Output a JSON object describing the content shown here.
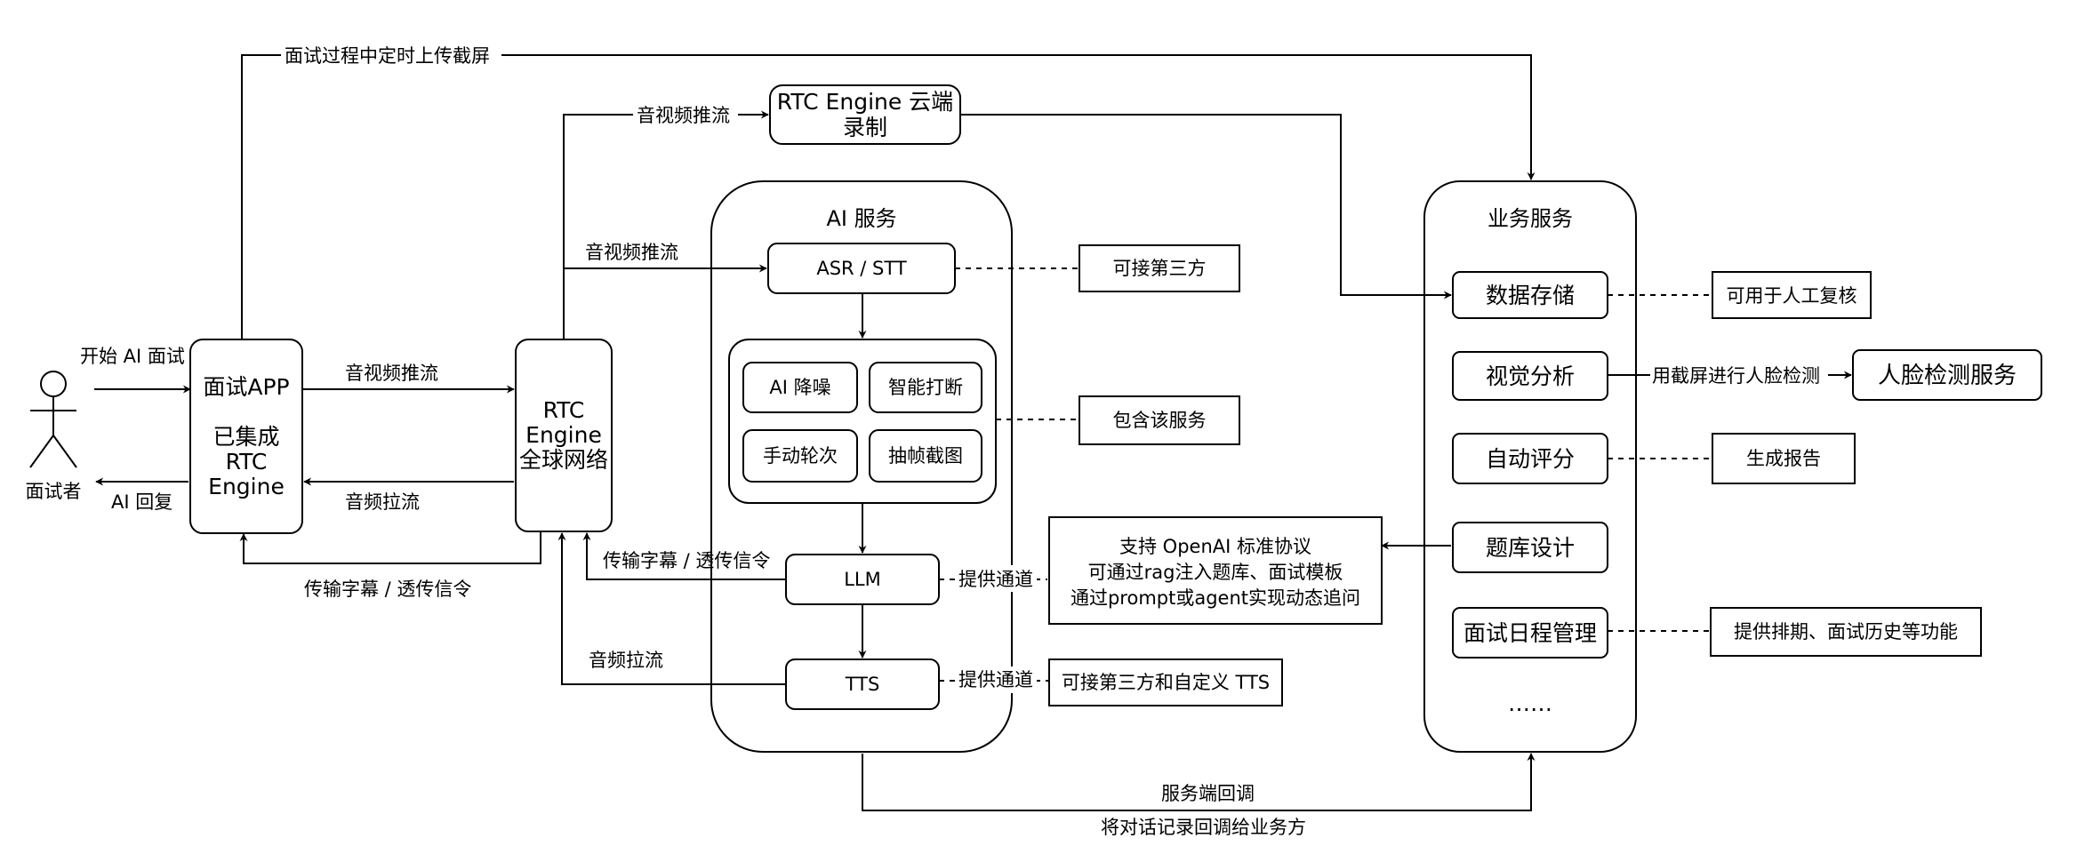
{
  "actor": {
    "label": "面试者"
  },
  "edges": {
    "start": "开始 AI 面试",
    "reply": "AI 回复",
    "app_to_rtc_push": "音视频推流",
    "rtc_to_app_audio": "音频拉流",
    "bottom_subtitles": "传输字幕 / 透传信令",
    "screenshot_upload": "面试过程中定时上传截屏",
    "rtc_to_recording": "音视频推流",
    "rtc_to_asr": "音视频推流",
    "llm_subtitles": "传输字幕 / 透传信令",
    "tts_audio": "音频拉流",
    "llm_channel": "提供通道",
    "tts_channel": "提供通道",
    "face_detect": "用截屏进行人脸检测",
    "callback_1": "服务端回调",
    "callback_2": "将对话记录回调给业务方"
  },
  "nodes": {
    "app": {
      "line1": "面试APP",
      "line2": "已集成",
      "line3": "RTC",
      "line4": "Engine"
    },
    "rtc": {
      "line1": "RTC",
      "line2": "Engine",
      "line3": "全球网络"
    },
    "recording": {
      "line1": "RTC Engine 云端",
      "line2": "录制"
    }
  },
  "ai_service": {
    "title": "AI 服务",
    "asr": "ASR / STT",
    "grid": [
      "AI 降噪",
      "智能打断",
      "手动轮次",
      "抽帧截图"
    ],
    "llm": "LLM",
    "tts": "TTS"
  },
  "business_service": {
    "title": "业务服务",
    "items": [
      "数据存储",
      "视觉分析",
      "自动评分",
      "题库设计",
      "面试日程管理"
    ],
    "more": "……"
  },
  "notes": {
    "asr": "可接第三方",
    "grid": "包含该服务",
    "llm": [
      "支持 OpenAI 标准协议",
      "可通过rag注入题库、面试模板",
      "通过prompt或agent实现动态追问"
    ],
    "tts": "可接第三方和自定义 TTS",
    "storage": "可用于人工复核",
    "face_service": "人脸检测服务",
    "scoring": "生成报告",
    "schedule": "提供排期、面试历史等功能"
  }
}
